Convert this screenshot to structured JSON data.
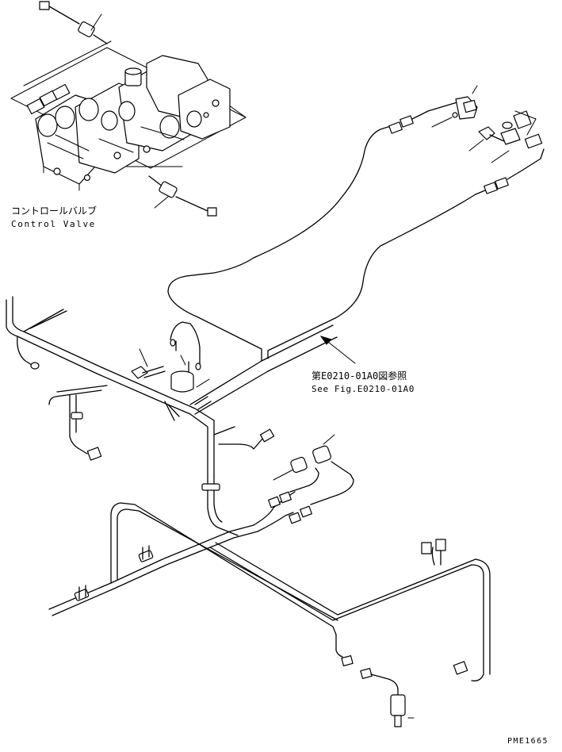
{
  "labels": {
    "control_valve_ja": "コントロールバルブ",
    "control_valve_en": "Control Valve",
    "see_fig_ja": "第E0210-01A0図参照",
    "see_fig_en": "See Fig.E0210-01A0",
    "drawing_code": "PME1665"
  },
  "colors": {
    "line": "#000000",
    "background": "#ffffff"
  },
  "icons": {
    "bolt": "bolt-icon",
    "connector": "connector-icon",
    "sensor": "sensor-icon",
    "clamp": "clamp-icon"
  }
}
